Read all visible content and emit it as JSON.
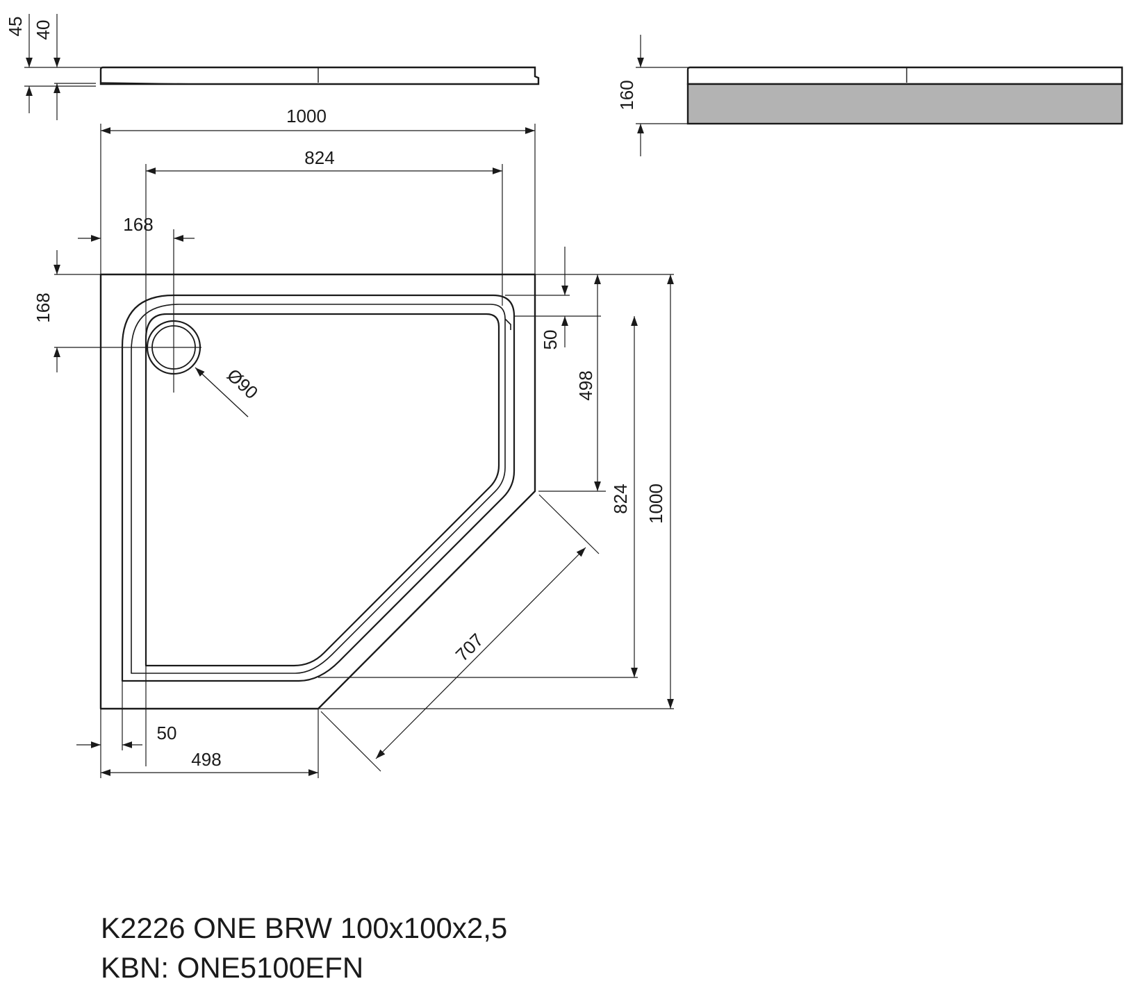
{
  "colors": {
    "line": "#1a1a1a",
    "fill": "#ffffff",
    "base_fill": "#b3b3b3"
  },
  "dimensions": {
    "side_height_outer": "45",
    "side_height_inner": "40",
    "base_height": "160",
    "total_width": "1000",
    "inner_width": "824",
    "drain_offset_x": "168",
    "drain_offset_y": "168",
    "drain_diameter": "Ø90",
    "rim_right": "50",
    "right_edge_length": "498",
    "inner_height": "824",
    "total_height": "1000",
    "diagonal_length": "707",
    "rim_bottom": "50",
    "bottom_edge_length": "498"
  },
  "caption": {
    "line1": "K2226 ONE BRW 100x100x2,5",
    "line2": "KBN: ONE5100EFN"
  }
}
